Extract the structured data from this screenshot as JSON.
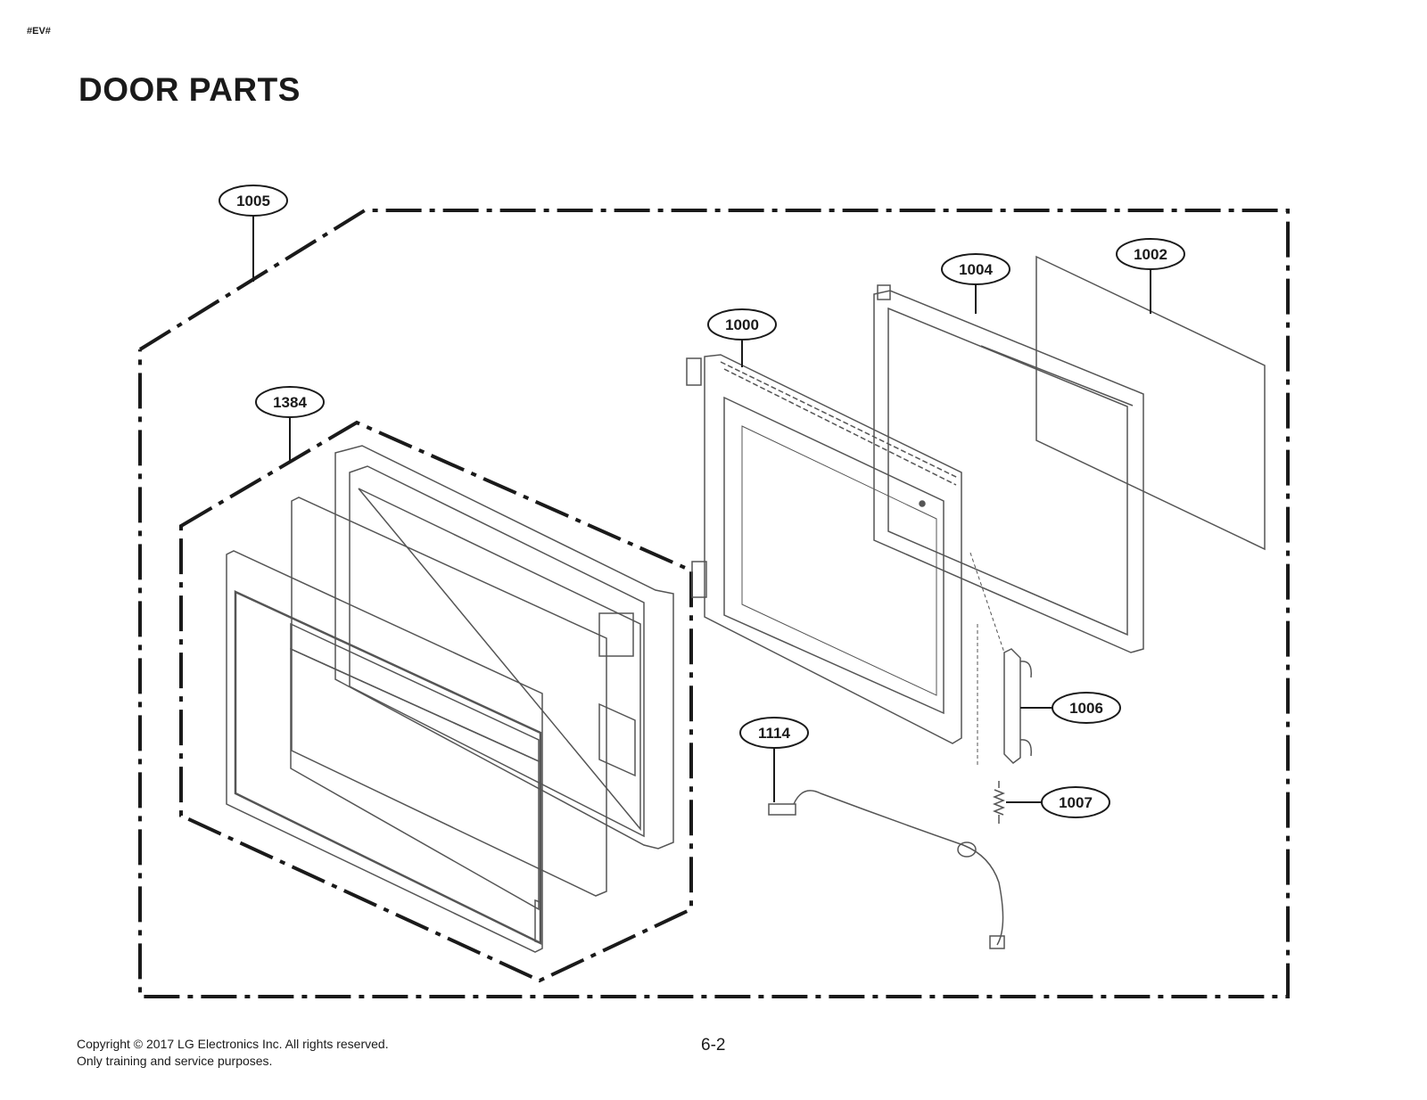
{
  "header": {
    "tag": "#EV#",
    "title": "DOOR PARTS"
  },
  "callouts": [
    {
      "id": "callout-1005",
      "label": "1005"
    },
    {
      "id": "callout-1004",
      "label": "1004"
    },
    {
      "id": "callout-1002",
      "label": "1002"
    },
    {
      "id": "callout-1000",
      "label": "1000"
    },
    {
      "id": "callout-1384",
      "label": "1384"
    },
    {
      "id": "callout-1006",
      "label": "1006"
    },
    {
      "id": "callout-1114",
      "label": "1114"
    },
    {
      "id": "callout-1007",
      "label": "1007"
    }
  ],
  "footer": {
    "copyright": "Copyright © 2017 LG Electronics Inc. All rights reserved.",
    "purpose": "Only training and service purposes.",
    "page": "6-2"
  },
  "colors": {
    "line": "#1a1a1a",
    "part_stroke": "#555555"
  }
}
